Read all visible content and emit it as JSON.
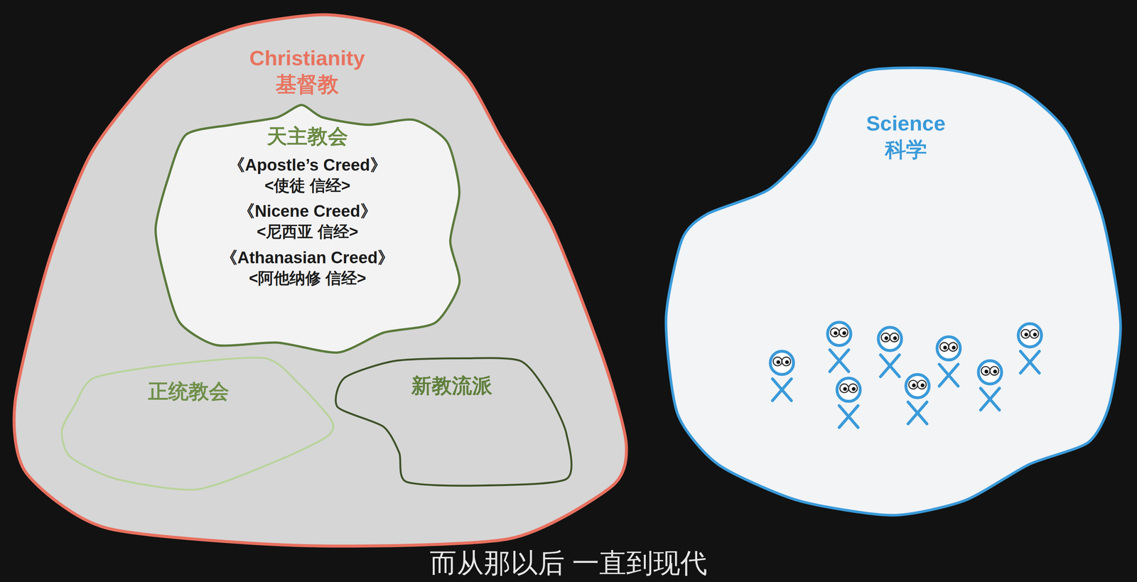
{
  "diagram": {
    "caption": "而从那以后 一直到现代",
    "nodes": [
      {
        "text": [
          "Christianity",
          "基督教"
        ]
      },
      {
        "text": [
          "天主教会",
          "《Apostle’s Creed》",
          "<使徒 信经>",
          "《Nicene Creed》",
          "<尼西亚 信经>",
          "《Athanasian Creed》",
          "<阿他纳修 信经>"
        ],
        "in": 0
      },
      {
        "text": [
          "正统教会"
        ],
        "in": 0
      },
      {
        "text": [
          "新教流派"
        ],
        "in": 0
      },
      {
        "text": [
          "Science",
          "科学"
        ]
      }
    ]
  }
}
